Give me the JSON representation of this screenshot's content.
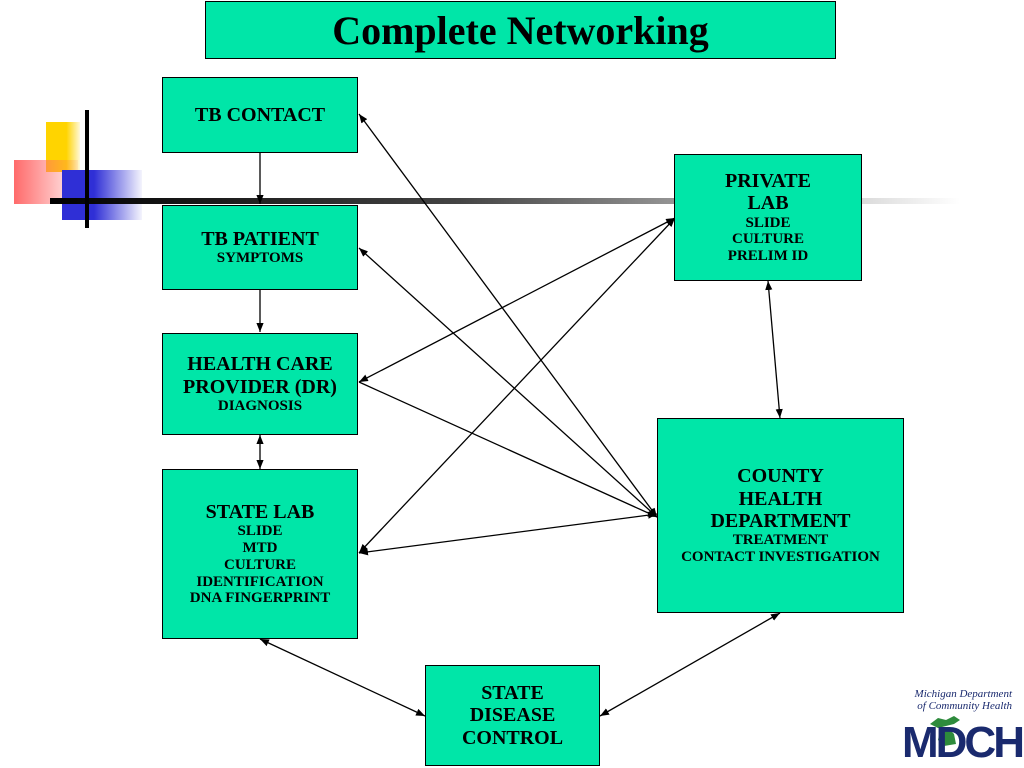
{
  "title": "Complete Networking",
  "colors": {
    "box": "#00e6a8",
    "text": "#000000",
    "logo_blue": "#1a2a6e",
    "logo_green": "#2e8b3c"
  },
  "nodes": {
    "tb_contact": {
      "lines": [
        "TB CONTACT"
      ],
      "sub": []
    },
    "tb_patient": {
      "lines": [
        "TB PATIENT"
      ],
      "sub": [
        "SYMPTOMS"
      ]
    },
    "hcp": {
      "lines": [
        "HEALTH CARE",
        "PROVIDER (DR)"
      ],
      "sub": [
        "DIAGNOSIS"
      ]
    },
    "state_lab": {
      "lines": [
        "STATE LAB"
      ],
      "sub": [
        "SLIDE",
        "MTD",
        "CULTURE",
        "IDENTIFICATION",
        "DNA FINGERPRINT"
      ]
    },
    "private_lab": {
      "lines": [
        "PRIVATE",
        "LAB"
      ],
      "sub": [
        "SLIDE",
        "CULTURE",
        "PRELIM ID"
      ]
    },
    "county": {
      "lines": [
        "COUNTY",
        "HEALTH",
        "DEPARTMENT"
      ],
      "sub": [
        "TREATMENT",
        "CONTACT INVESTIGATION"
      ]
    },
    "state_disease": {
      "lines": [
        "STATE",
        "DISEASE",
        "CONTROL"
      ],
      "sub": []
    }
  },
  "logo": {
    "line1": "Michigan Department",
    "line2": "of  Community Health",
    "wordmark": "MDCH",
    "icon": "michigan-map-icon"
  }
}
